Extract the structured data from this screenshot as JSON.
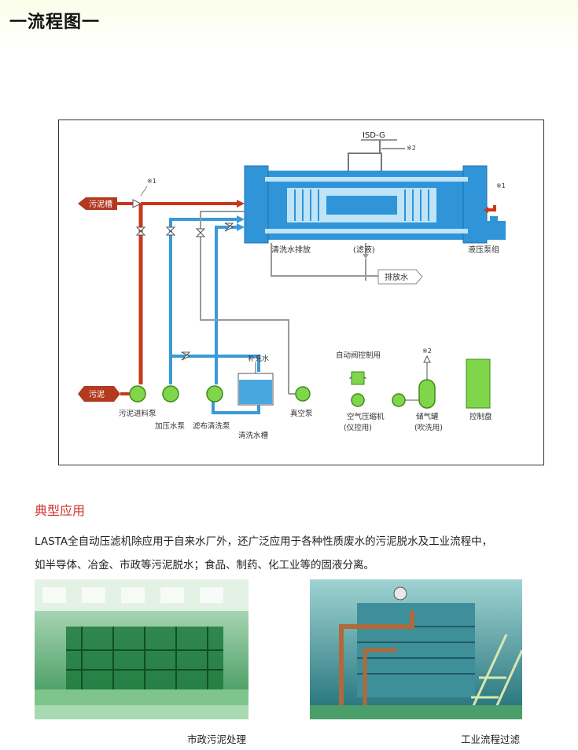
{
  "header": {
    "title": "一流程图一"
  },
  "diagram": {
    "labels": {
      "isd": "ISD-G",
      "note2_top": "※2",
      "note1_left": "※1",
      "note1_right": "※1",
      "sludge_tank": "污泥槽",
      "clean_discharge": "清洗水排放",
      "filtrate": "(滤液)",
      "hydraulic_unit": "液压泵组",
      "drain": "排放水",
      "auto_valve": "自动阀控制用",
      "note2_mid": "※2",
      "refill": "补充水",
      "sludge": "污泥",
      "feed_pump": "污泥进料泵",
      "press_pump": "加压水泵",
      "cloth_pump": "滤布清洗泵",
      "wash_tank": "清洗水槽",
      "vacuum_pump": "真空泵",
      "air_comp": "空气压缩机",
      "air_comp_sub": "(仪控用)",
      "air_tank": "储气罐",
      "air_tank_sub": "(吹洗用)",
      "control_panel": "控制盘"
    },
    "colors": {
      "pipe_red": "#c8381e",
      "pipe_blue": "#3a9ad9",
      "filter_blue": "#2f95d8",
      "equip_green": "#7fd64a"
    }
  },
  "application": {
    "heading": "典型应用",
    "line1": "LASTA全自动压滤机除应用于自来水厂外，还广泛应用于各种性质废水的污泥脱水及工业流程中，",
    "line2": "如半导体、冶金、市政等污泥脱水；食品、制药、化工业等的固液分离。"
  },
  "photos": [
    {
      "caption": "市政污泥处理"
    },
    {
      "caption": "工业流程过滤"
    }
  ]
}
